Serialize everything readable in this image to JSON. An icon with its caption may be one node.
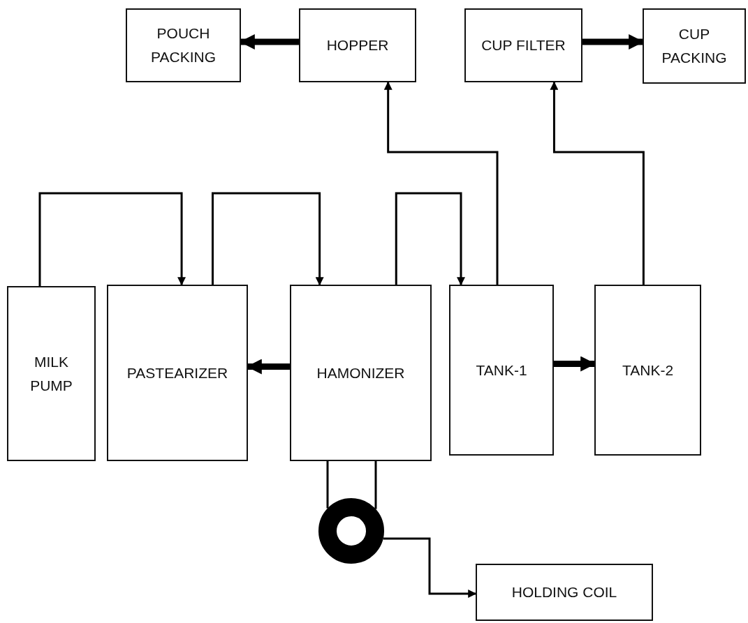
{
  "diagram": {
    "nodes": [
      {
        "text": [
          "POUCH PACKING"
        ]
      },
      {
        "text": [
          "HOPPER"
        ]
      },
      {
        "text": [
          "CUP FILTER"
        ]
      },
      {
        "text": [
          "CUP PACKING"
        ]
      },
      {
        "text": [
          "MILK PUMP"
        ]
      },
      {
        "text": [
          "PASTEARIZER"
        ]
      },
      {
        "text": [
          "HAMONIZER"
        ]
      },
      {
        "text": [
          "TANK-1"
        ]
      },
      {
        "text": [
          "TANK-2"
        ]
      },
      {
        "text": [],
        "shape": "circle"
      },
      {
        "text": [
          "HOLDING COIL"
        ]
      }
    ],
    "edges": [
      {
        "from": 1,
        "to": 0,
        "arrow": "to",
        "style": "thick"
      },
      {
        "from": 2,
        "to": 3,
        "arrow": "to",
        "style": "thick"
      },
      {
        "from": 4,
        "to": 5,
        "arrow": "to"
      },
      {
        "from": 5,
        "to": 6,
        "arrow": "to"
      },
      {
        "from": 6,
        "to": 7,
        "arrow": "to"
      },
      {
        "from": 6,
        "to": 5,
        "arrow": "to",
        "style": "thick"
      },
      {
        "from": 7,
        "to": 8,
        "arrow": "to",
        "style": "thick"
      },
      {
        "from": 7,
        "to": 1,
        "arrow": "to"
      },
      {
        "from": 8,
        "to": 2,
        "arrow": "to"
      },
      {
        "from": 6,
        "to": 9,
        "arrow": "none"
      },
      {
        "from": 6,
        "to": 9,
        "arrow": "none"
      },
      {
        "from": 9,
        "to": 10,
        "arrow": "to"
      }
    ]
  }
}
